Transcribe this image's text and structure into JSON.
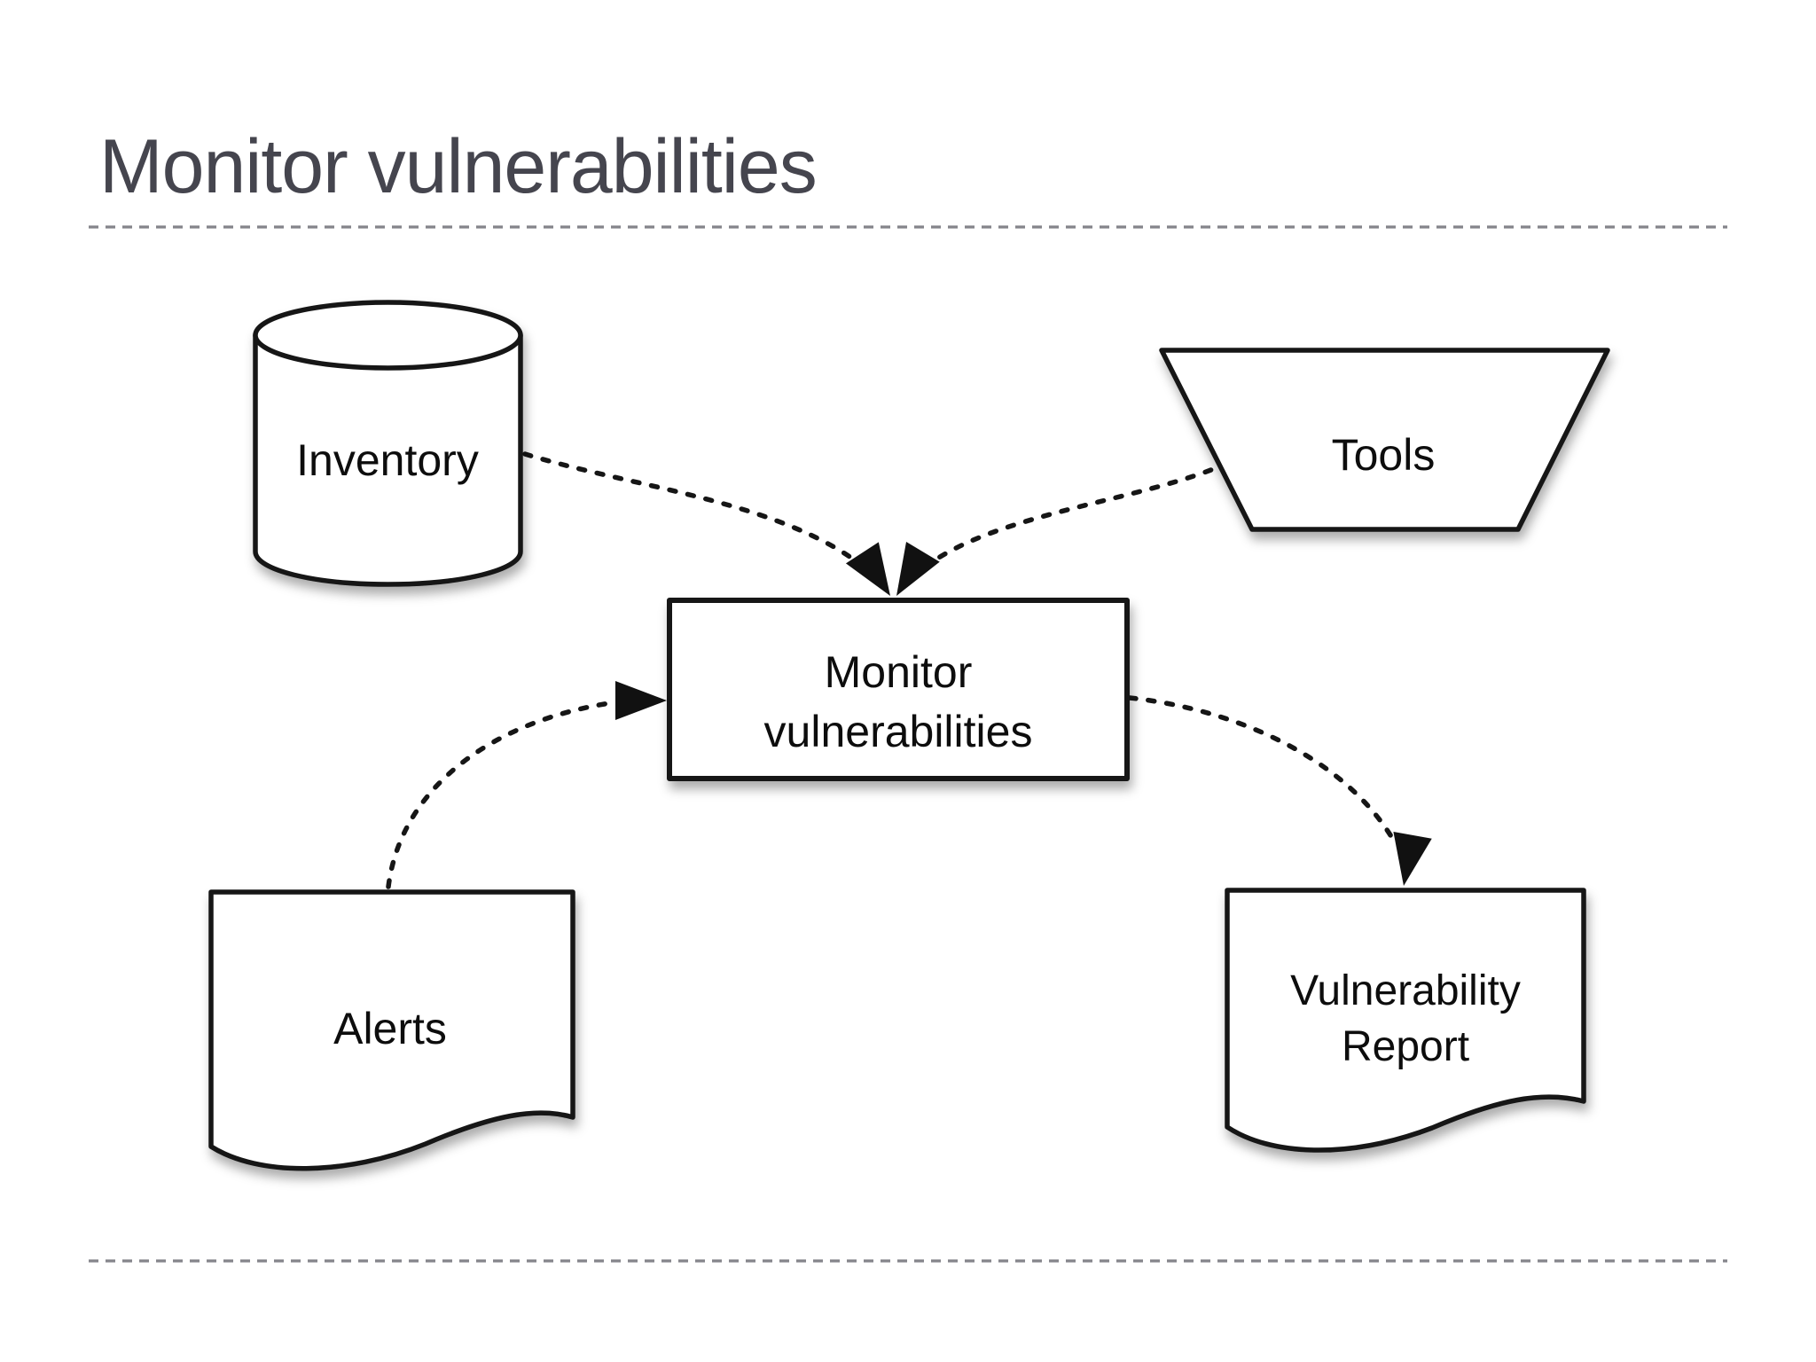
{
  "slide": {
    "title": "Monitor vulnerabilities"
  },
  "diagram": {
    "nodes": {
      "inventory": {
        "shape": "database-cylinder",
        "label": "Inventory"
      },
      "tools": {
        "shape": "inverted-trapezoid",
        "label": "Tools"
      },
      "monitor": {
        "shape": "rectangle",
        "label_lines": [
          "Monitor",
          "vulnerabilities"
        ]
      },
      "alerts": {
        "shape": "document",
        "label": "Alerts"
      },
      "report": {
        "shape": "document",
        "label_lines": [
          "Vulnerability",
          "Report"
        ]
      }
    },
    "edges": [
      {
        "from": "inventory",
        "to": "monitor",
        "style": "dashed-arrow"
      },
      {
        "from": "tools",
        "to": "monitor",
        "style": "dashed-arrow"
      },
      {
        "from": "alerts",
        "to": "monitor",
        "style": "dashed-arrow"
      },
      {
        "from": "monitor",
        "to": "report",
        "style": "dashed-arrow"
      }
    ]
  },
  "colors": {
    "background": "#ffffff",
    "title_text": "#45454e",
    "divider": "#84848a",
    "shape_fill": "#ffffff",
    "shape_stroke": "#141414",
    "arrow": "#161616",
    "label_text": "#0d0d0d"
  }
}
